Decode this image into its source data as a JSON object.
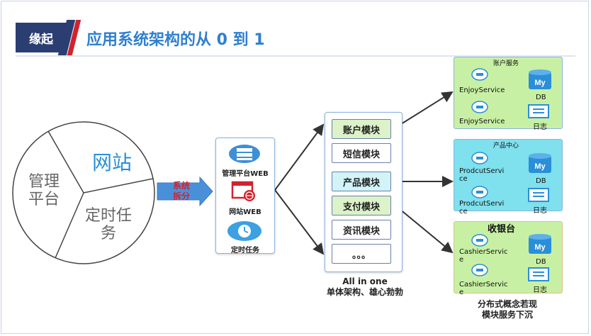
{
  "header": {
    "badge": "缘起",
    "title": "应用系统架构的从 0 到 1"
  },
  "pie": {
    "slice_manage": "管理平台",
    "slice_web": "网站",
    "slice_timer": "定时任务"
  },
  "split_arrow": {
    "line1": "系统",
    "line2": "拆分"
  },
  "apps": [
    {
      "label": "管理平台WEB",
      "icon": "cloud-server-icon"
    },
    {
      "label": "网站WEB",
      "icon": "web-browser-icon"
    },
    {
      "label": "定时任务",
      "icon": "cloud-clock-icon"
    }
  ],
  "modules": [
    "账户模块",
    "短信模块",
    "产品模块",
    "支付模块",
    "资讯模块",
    "。。。"
  ],
  "monolith_caption": {
    "line1": "All in one",
    "line2": "单体架构、雄心勃勃"
  },
  "services": [
    {
      "title": "账户服务",
      "instances": [
        "EnjoyService",
        "EnjoyService"
      ],
      "db": "DB",
      "log": "日志",
      "color": "#c8f0a4"
    },
    {
      "title": "产品中心",
      "instances": [
        "ProdcutServi\nce",
        "ProdcutServi\nce"
      ],
      "db": "DB",
      "log": "日志",
      "color": "#7fe0ee"
    },
    {
      "title": "收银台",
      "instances": [
        "CashierServic\ne",
        "CashierServic\ne"
      ],
      "db": "DB",
      "log": "日志",
      "color": "#c8f0a4"
    }
  ],
  "distributed_caption": {
    "line1": "分布式概念若现",
    "line2": "模块服务下沉"
  },
  "db_icon_text": "My"
}
